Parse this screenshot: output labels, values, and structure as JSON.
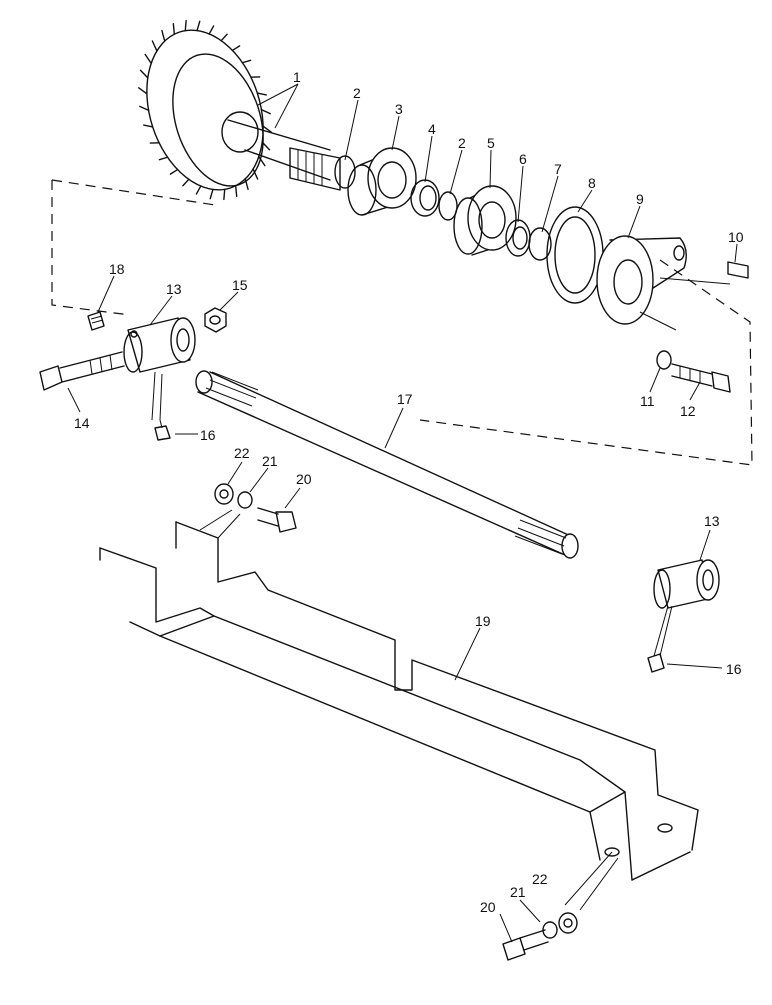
{
  "callouts": {
    "c1": "1",
    "c2a": "2",
    "c2b": "2",
    "c3": "3",
    "c4": "4",
    "c5": "5",
    "c6": "6",
    "c7": "7",
    "c8": "8",
    "c9": "9",
    "c10": "10",
    "c11": "11",
    "c12": "12",
    "c13a": "13",
    "c13b": "13",
    "c14": "14",
    "c15": "15",
    "c16a": "16",
    "c16b": "16",
    "c17": "17",
    "c18": "18",
    "c19": "19",
    "c20a": "20",
    "c20b": "20",
    "c21a": "21",
    "c21b": "21",
    "c22a": "22",
    "c22b": "22"
  }
}
